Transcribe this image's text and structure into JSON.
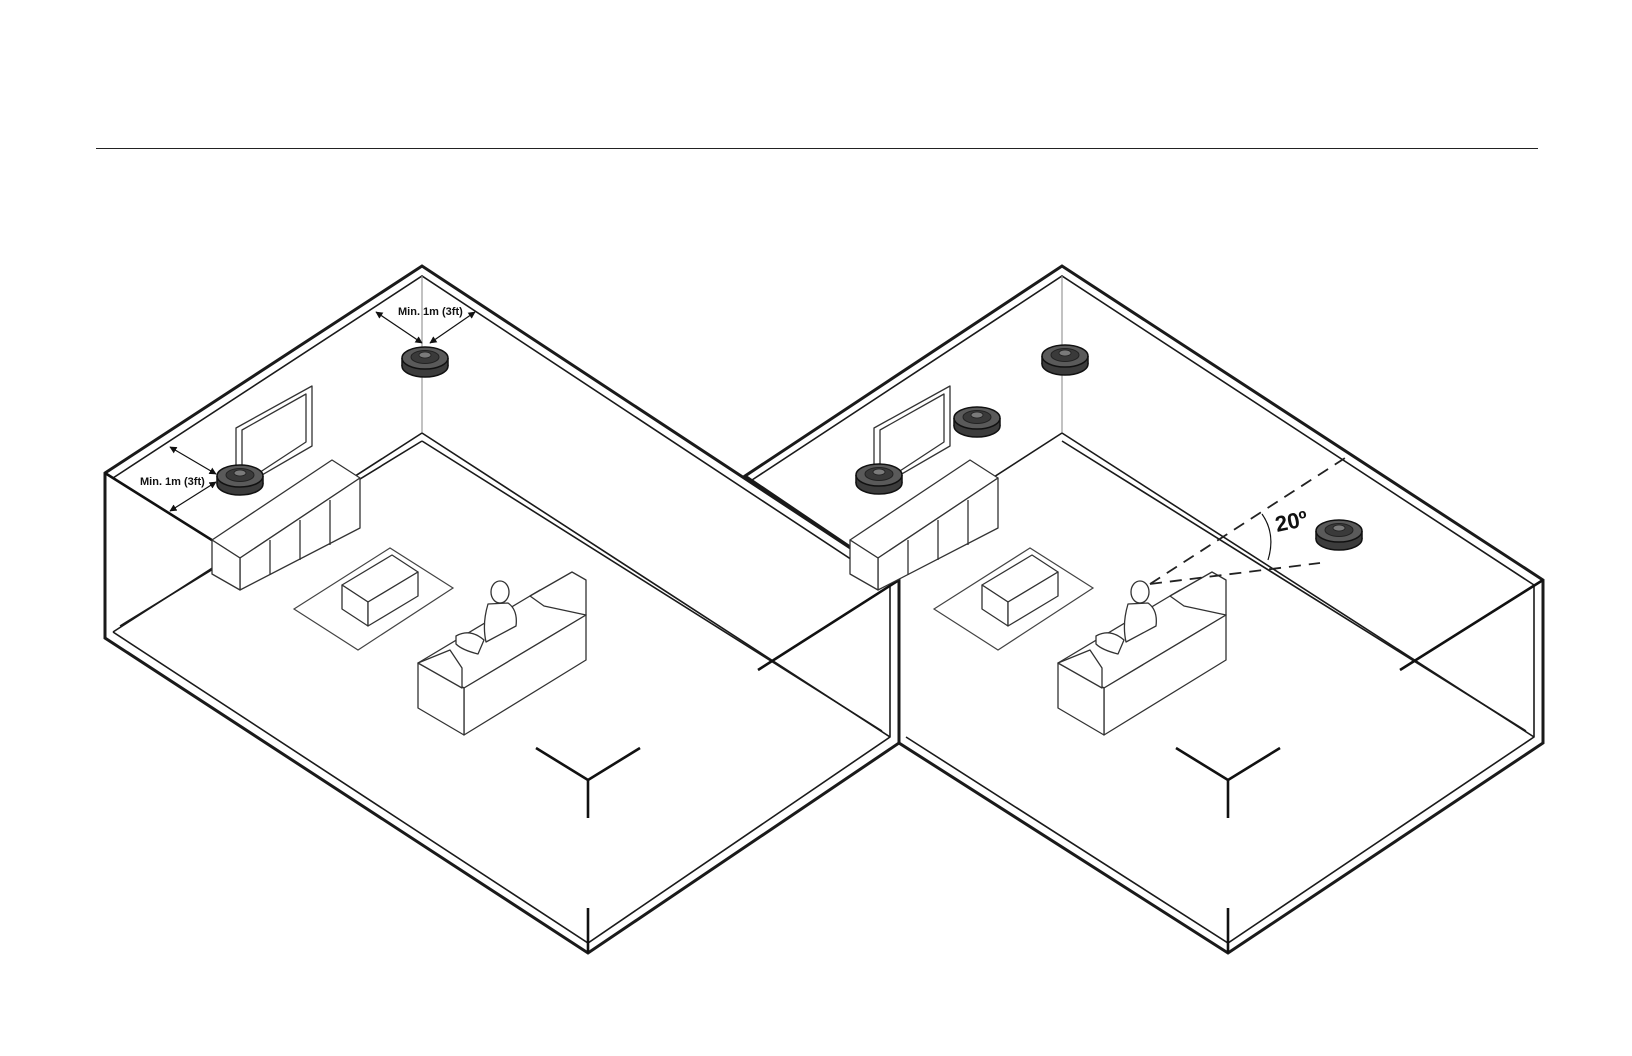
{
  "labels": {
    "clearance_top": "Min. 1m (3ft)",
    "clearance_side": "Min. 1m (3ft)",
    "angle": "20º"
  },
  "colors": {
    "speaker_body": "#3c3c3c",
    "speaker_ring": "#6a6a6a",
    "line": "#1a1a1a",
    "background": "#ffffff"
  }
}
